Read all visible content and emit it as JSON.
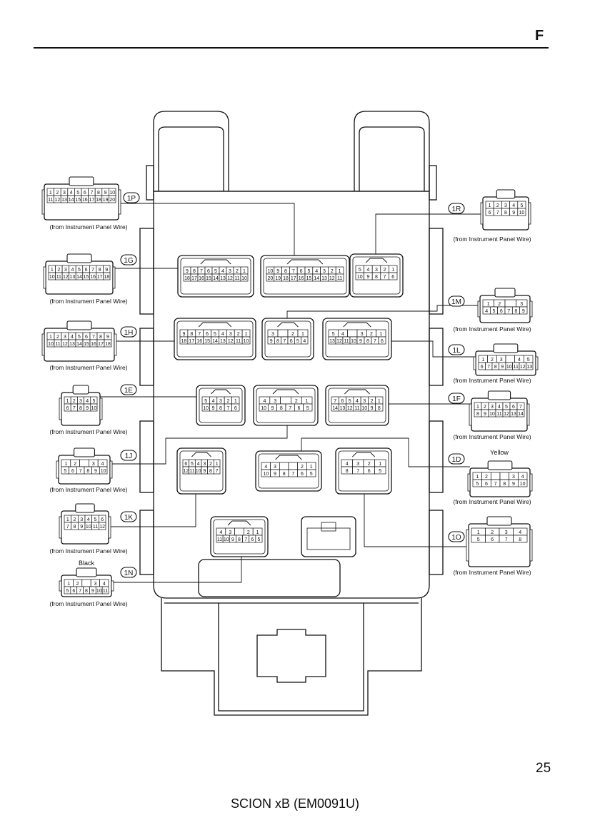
{
  "page": {
    "section_letter": "F",
    "page_number": "25",
    "footer": "SCION xB (EM0091U)"
  },
  "connectors": [
    {
      "id": "1P",
      "source": "(from Instrument Panel Wire)",
      "pins_top": [
        "1",
        "2",
        "3",
        "4",
        "5",
        "6",
        "7",
        "8",
        "9",
        "10"
      ],
      "pins_bottom": [
        "11",
        "12",
        "13",
        "14",
        "15",
        "16",
        "17",
        "18",
        "19",
        "20"
      ]
    },
    {
      "id": "1G",
      "source": "(from Instrument Panel Wire)",
      "pins_top": [
        "1",
        "2",
        "3",
        "4",
        "5",
        "6",
        "7",
        "8",
        "9"
      ],
      "pins_bottom": [
        "10",
        "11",
        "12",
        "13",
        "14",
        "15",
        "16",
        "17",
        "18"
      ]
    },
    {
      "id": "1H",
      "source": "(from Instrument Panel Wire)",
      "pins_top": [
        "1",
        "2",
        "3",
        "4",
        "5",
        "6",
        "7",
        "8",
        "9"
      ],
      "pins_bottom": [
        "10",
        "11",
        "12",
        "13",
        "14",
        "15",
        "16",
        "17",
        "18"
      ]
    },
    {
      "id": "1E",
      "source": "(from Instrument Panel Wire)",
      "pins_top": [
        "1",
        "2",
        "3",
        "4",
        "5"
      ],
      "pins_bottom": [
        "6",
        "7",
        "8",
        "9",
        "10"
      ]
    },
    {
      "id": "1J",
      "source": "(from Instrument Panel Wire)",
      "pins_top": [
        "1",
        "2",
        "",
        "3",
        "4"
      ],
      "pins_bottom": [
        "5",
        "6",
        "7",
        "8",
        "9",
        "10"
      ]
    },
    {
      "id": "1K",
      "source": "(from Instrument Panel Wire)",
      "pins_top": [
        "1",
        "2",
        "3",
        "4",
        "5",
        "6"
      ],
      "pins_bottom": [
        "7",
        "8",
        "9",
        "10",
        "11",
        "12"
      ]
    },
    {
      "id": "1N",
      "source": "(from Instrument Panel Wire)",
      "color": "Black",
      "pins_top": [
        "1",
        "2",
        "",
        "3",
        "4"
      ],
      "pins_bottom": [
        "5",
        "6",
        "7",
        "8",
        "9",
        "10",
        "11"
      ]
    },
    {
      "id": "1R",
      "source": "(from Instrument Panel Wire)",
      "pins_top": [
        "1",
        "2",
        "3",
        "4",
        "5"
      ],
      "pins_bottom": [
        "6",
        "7",
        "8",
        "9",
        "10"
      ]
    },
    {
      "id": "1M",
      "source": "(from Instrument Panel Wire)",
      "pins_top": [
        "1",
        "2",
        "",
        "3"
      ],
      "pins_bottom": [
        "4",
        "5",
        "6",
        "7",
        "8",
        "9"
      ]
    },
    {
      "id": "1L",
      "source": "(from Instrument Panel Wire)",
      "pins_top": [
        "1",
        "2",
        "3",
        "",
        "4",
        "5"
      ],
      "pins_bottom": [
        "6",
        "7",
        "8",
        "9",
        "10",
        "11",
        "12",
        "13"
      ]
    },
    {
      "id": "1F",
      "source": "(from Instrument Panel Wire)",
      "pins_top": [
        "1",
        "2",
        "3",
        "4",
        "5",
        "6",
        "7"
      ],
      "pins_bottom": [
        "8",
        "9",
        "10",
        "11",
        "12",
        "13",
        "14"
      ]
    },
    {
      "id": "1D",
      "source": "(from Instrument Panel Wire)",
      "color": "Yellow",
      "pins_top": [
        "1",
        "2",
        "",
        "",
        "3",
        "4"
      ],
      "pins_bottom": [
        "5",
        "6",
        "7",
        "8",
        "9",
        "10"
      ]
    },
    {
      "id": "1O",
      "source": "(from Instrument Panel Wire)",
      "pins_top": [
        "1",
        "2",
        "3",
        "4"
      ],
      "pins_bottom": [
        "5",
        "6",
        "7",
        "8"
      ]
    }
  ],
  "junction_block_sockets": [
    {
      "socket": "1P",
      "pins_top": [
        "10",
        "9",
        "8",
        "7",
        "6",
        "5",
        "4",
        "3",
        "2",
        "1"
      ],
      "pins_bottom": [
        "20",
        "19",
        "18",
        "17",
        "16",
        "15",
        "14",
        "13",
        "12",
        "11"
      ]
    },
    {
      "socket": "1G",
      "pins_top": [
        "9",
        "8",
        "7",
        "6",
        "5",
        "4",
        "3",
        "2",
        "1"
      ],
      "pins_bottom": [
        "18",
        "17",
        "16",
        "15",
        "14",
        "13",
        "12",
        "11",
        "10"
      ]
    },
    {
      "socket": "1R",
      "pins_top": [
        "5",
        "4",
        "3",
        "2",
        "1"
      ],
      "pins_bottom": [
        "10",
        "9",
        "8",
        "7",
        "6"
      ]
    },
    {
      "socket": "1H",
      "pins_top": [
        "9",
        "8",
        "7",
        "6",
        "5",
        "4",
        "3",
        "2",
        "1"
      ],
      "pins_bottom": [
        "18",
        "17",
        "16",
        "15",
        "14",
        "13",
        "12",
        "11",
        "10"
      ]
    },
    {
      "socket": "1M",
      "pins_top": [
        "3",
        "",
        "2",
        "1"
      ],
      "pins_bottom": [
        "9",
        "8",
        "7",
        "6",
        "5",
        "4"
      ]
    },
    {
      "socket": "1L",
      "pins_top": [
        "5",
        "4",
        "",
        "3",
        "2",
        "1"
      ],
      "pins_bottom": [
        "13",
        "12",
        "11",
        "10",
        "9",
        "8",
        "7",
        "6"
      ]
    },
    {
      "socket": "1E",
      "pins_top": [
        "5",
        "4",
        "3",
        "2",
        "1"
      ],
      "pins_bottom": [
        "10",
        "9",
        "8",
        "7",
        "6"
      ]
    },
    {
      "socket": "1J",
      "pins_top": [
        "4",
        "3",
        "",
        "2",
        "1"
      ],
      "pins_bottom": [
        "10",
        "9",
        "8",
        "7",
        "6",
        "5"
      ]
    },
    {
      "socket": "1F",
      "pins_top": [
        "7",
        "6",
        "5",
        "4",
        "3",
        "2",
        "1"
      ],
      "pins_bottom": [
        "14",
        "13",
        "12",
        "11",
        "10",
        "9",
        "8"
      ]
    },
    {
      "socket": "1K",
      "pins_top": [
        "6",
        "5",
        "4",
        "3",
        "2",
        "1"
      ],
      "pins_bottom": [
        "12",
        "11",
        "10",
        "9",
        "8",
        "7"
      ]
    },
    {
      "socket": "1D",
      "pins_top": [
        "4",
        "3",
        "",
        "",
        "2",
        "1"
      ],
      "pins_bottom": [
        "10",
        "9",
        "8",
        "7",
        "6",
        "5"
      ]
    },
    {
      "socket": "1O",
      "pins_top": [
        "4",
        "3",
        "2",
        "1"
      ],
      "pins_bottom": [
        "8",
        "7",
        "6",
        "5"
      ]
    },
    {
      "socket": "1N",
      "pins_top": [
        "4",
        "3",
        "",
        "2",
        "1"
      ],
      "pins_bottom": [
        "11",
        "10",
        "9",
        "8",
        "7",
        "6",
        "5"
      ]
    }
  ]
}
